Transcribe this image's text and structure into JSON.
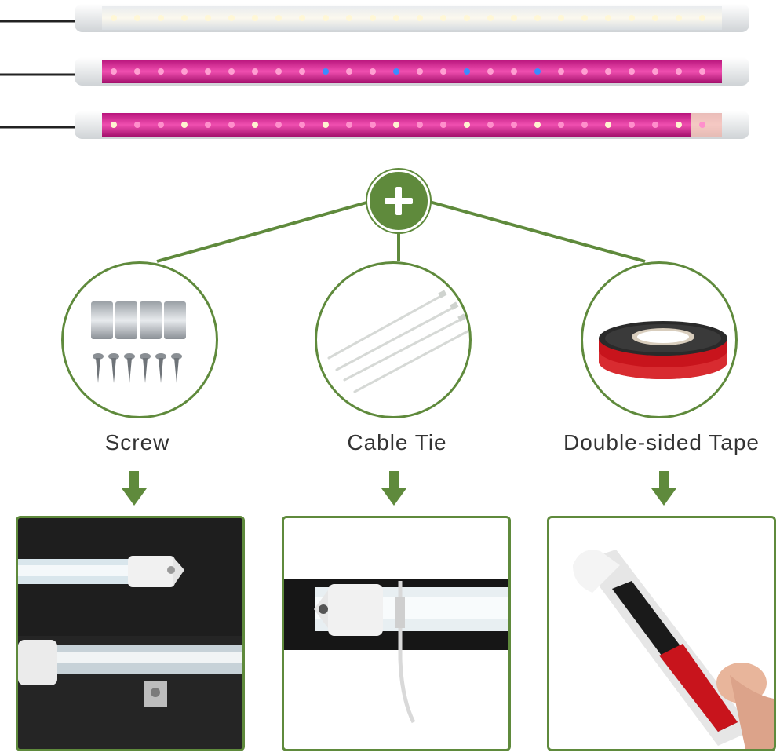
{
  "colors": {
    "accent_green": "#5f8a3c",
    "strip_white": "#f2efe4",
    "strip_pink": "#e0359a",
    "tape_red": "#c8141c"
  },
  "icons": {
    "plus": "plus-icon",
    "arrow": "arrow-down-icon"
  },
  "accessories": [
    {
      "label": "Screw"
    },
    {
      "label": "Cable Tie"
    },
    {
      "label": "Double-sided Tape"
    }
  ]
}
